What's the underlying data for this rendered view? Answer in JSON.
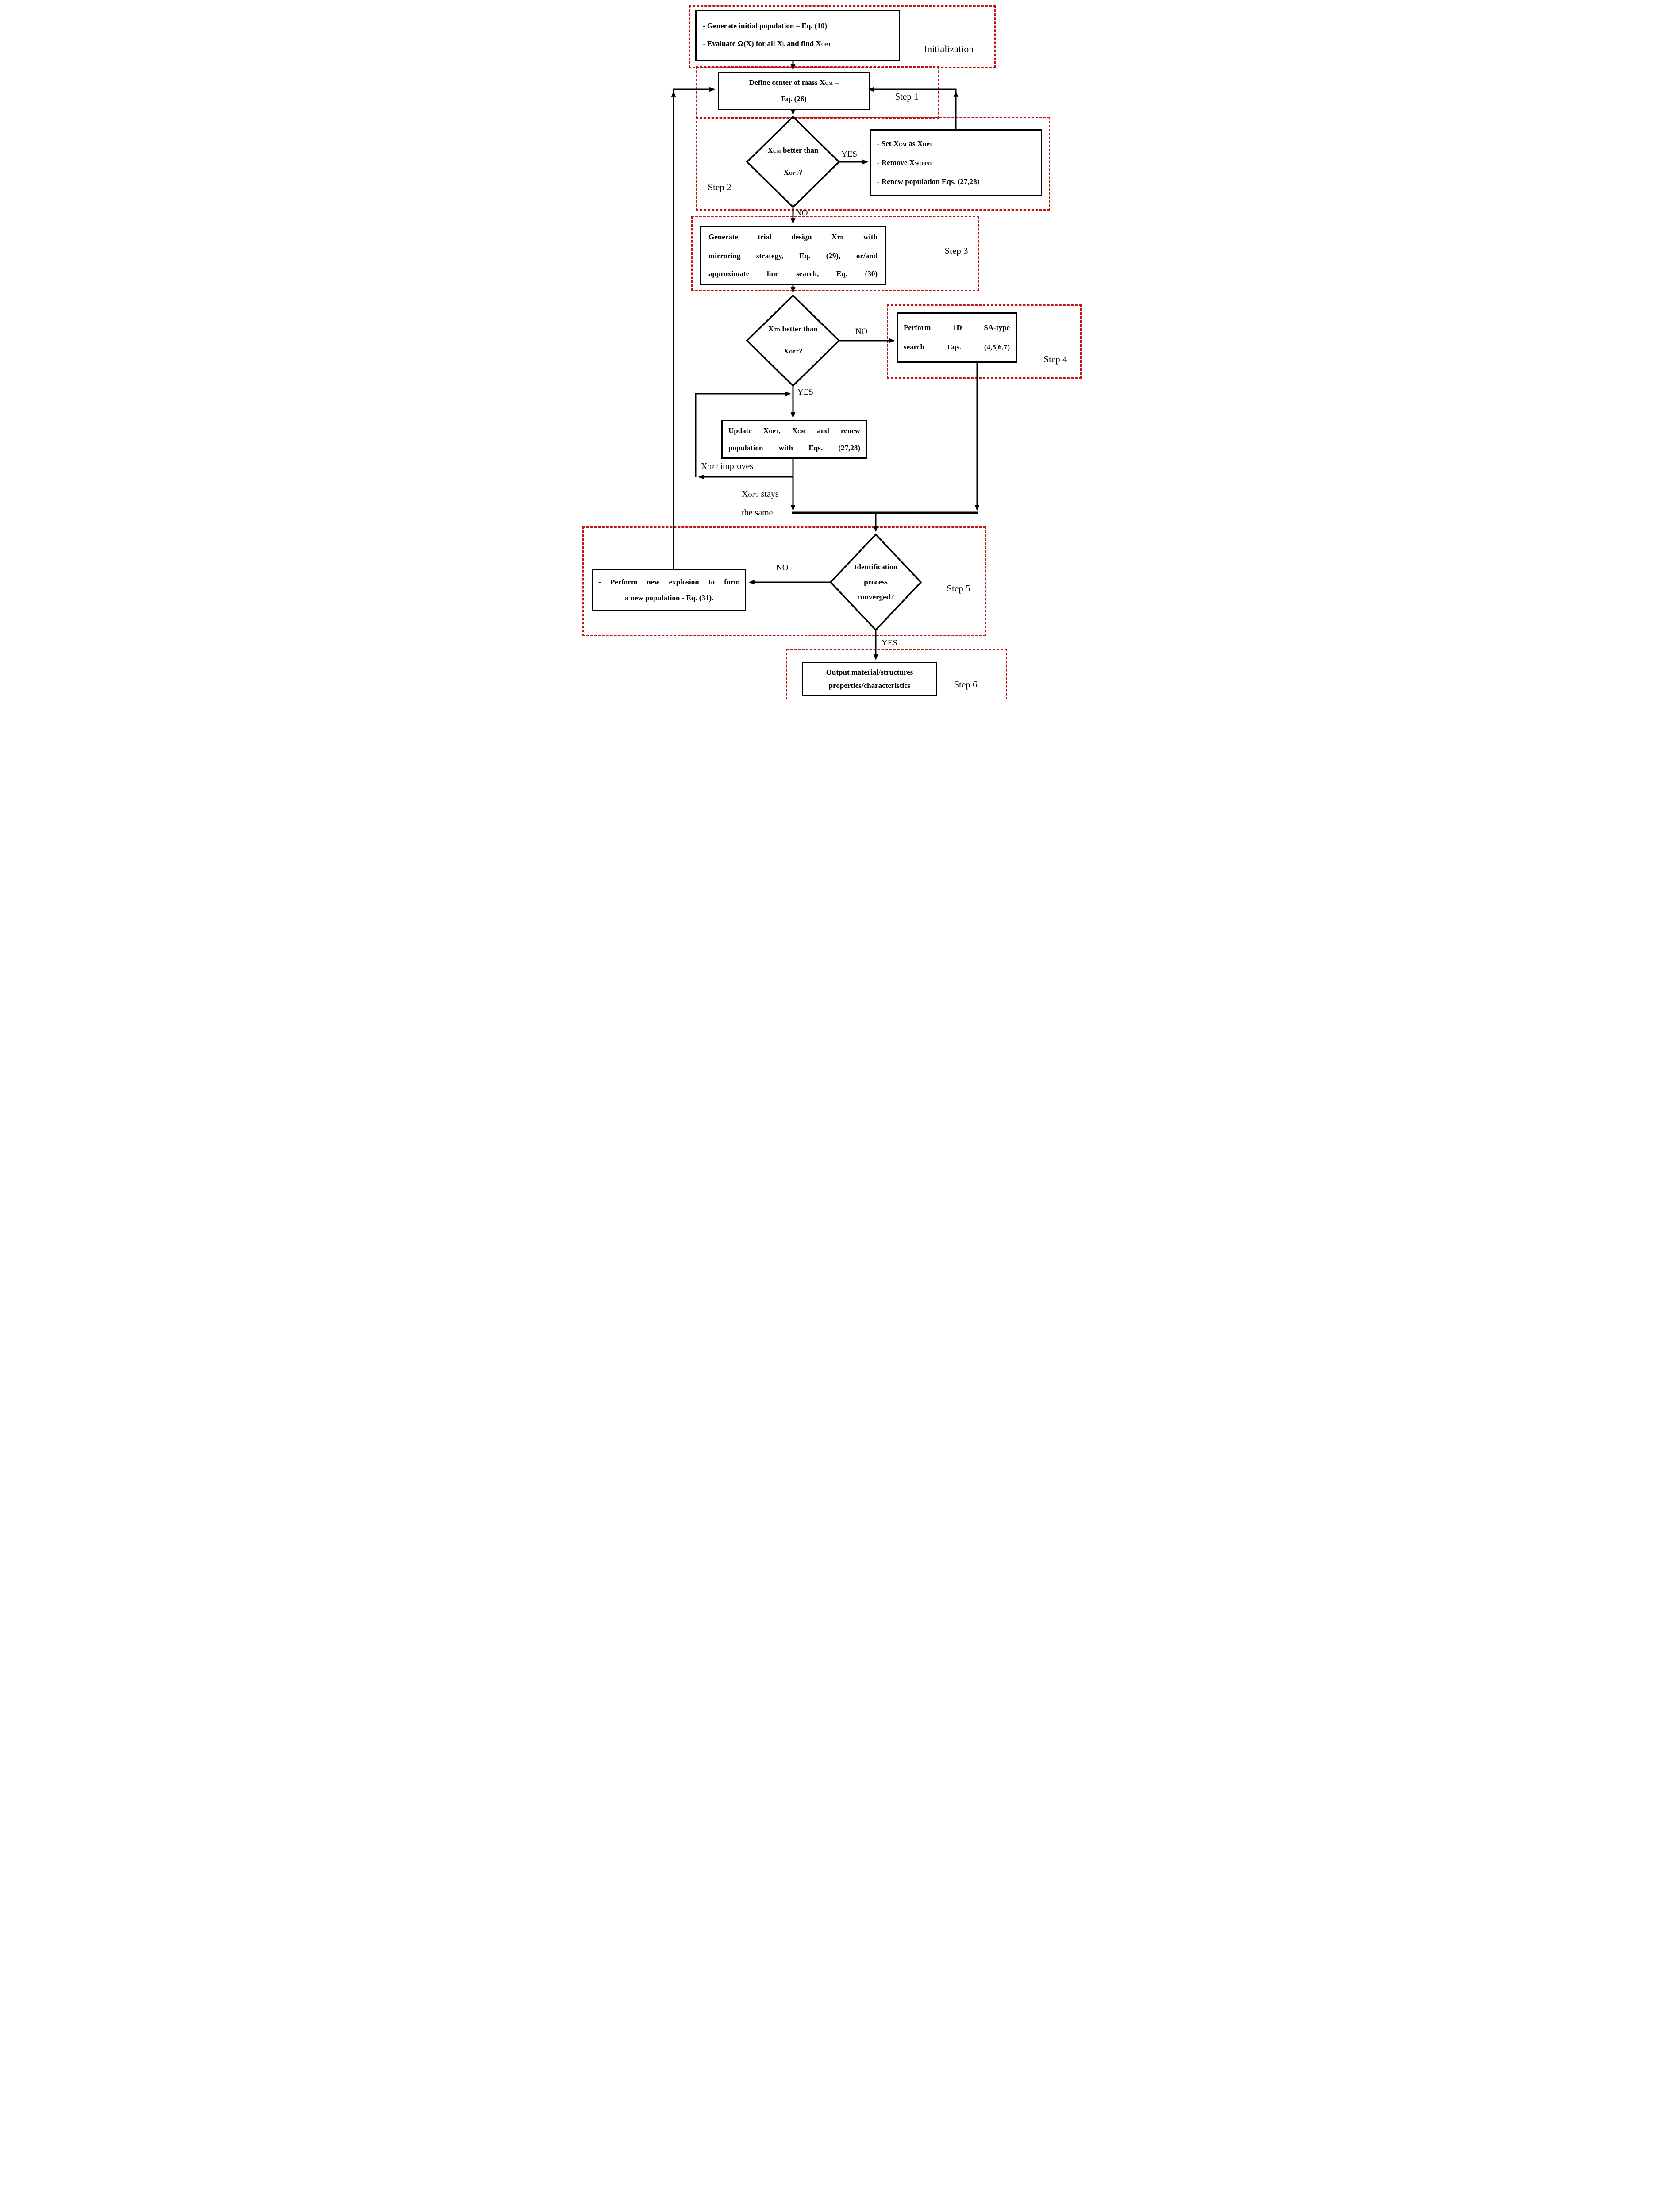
{
  "colors": {
    "dash": "#c11212",
    "line": "#000000"
  },
  "initialization": {
    "label": "Initialization",
    "box": [
      [
        {
          "t": "- Generate initial population – Eq. (10)"
        }
      ],
      [
        {
          "t": "- Evaluate Ω(X) for all X"
        },
        {
          "t": "k",
          "sub": true
        },
        {
          "t": " and find X"
        },
        {
          "t": "OPT",
          "sub": true
        }
      ]
    ]
  },
  "step1": {
    "label": "Step 1",
    "box": [
      [
        {
          "t": "Define center of mass X"
        },
        {
          "t": "CM",
          "sub": true
        },
        {
          "t": " –"
        }
      ],
      [
        {
          "t": "Eq. (26)"
        }
      ]
    ]
  },
  "decision1": {
    "lines": [
      [
        {
          "t": "X"
        },
        {
          "t": "CM",
          "sub": true
        },
        {
          "t": " better than"
        }
      ],
      [
        {
          "t": "X"
        },
        {
          "t": "OPT",
          "sub": true
        },
        {
          "t": "?"
        }
      ]
    ],
    "yes": "YES",
    "no": "NO"
  },
  "step2": {
    "label": "Step 2",
    "box": [
      [
        {
          "t": "- Set X"
        },
        {
          "t": "CM",
          "sub": true
        },
        {
          "t": " as X"
        },
        {
          "t": "OPT",
          "sub": true
        }
      ],
      [
        {
          "t": "- Remove X"
        },
        {
          "t": "WORST",
          "sub": true
        }
      ],
      [
        {
          "t": "- Renew population Eqs. (27,28)"
        }
      ]
    ]
  },
  "step3": {
    "label": "Step 3",
    "box": [
      [
        {
          "t": "Generate trial design X"
        },
        {
          "t": "TR",
          "sub": true
        },
        {
          "t": " with"
        }
      ],
      [
        {
          "t": "mirroring strategy, Eq. (29), or/and"
        }
      ],
      [
        {
          "t": "approximate line search, Eq. (30)"
        }
      ]
    ]
  },
  "decision2": {
    "lines": [
      [
        {
          "t": "X"
        },
        {
          "t": "TR",
          "sub": true
        },
        {
          "t": " better than"
        }
      ],
      [
        {
          "t": "X"
        },
        {
          "t": "OPT",
          "sub": true
        },
        {
          "t": "?"
        }
      ]
    ],
    "yes": "YES",
    "no": "NO"
  },
  "step4": {
    "label": "Step 4",
    "box": [
      [
        {
          "t": "Perform 1D SA-type"
        }
      ],
      [
        {
          "t": "search Eqs. (4,5,6,7)"
        }
      ]
    ]
  },
  "update": {
    "box": [
      [
        {
          "t": "Update X"
        },
        {
          "t": "OPT",
          "sub": true
        },
        {
          "t": ", X"
        },
        {
          "t": "CM",
          "sub": true
        },
        {
          "t": " and renew"
        }
      ],
      [
        {
          "t": "population with Eqs. (27,28)"
        }
      ]
    ],
    "improves": [
      {
        "t": "X"
      },
      {
        "t": "OPT",
        "sub": true
      },
      {
        "t": " improves"
      }
    ],
    "stays": [
      [
        {
          "t": "X"
        },
        {
          "t": "OPT",
          "sub": true
        },
        {
          "t": " stays"
        }
      ],
      [
        {
          "t": "the same"
        }
      ]
    ]
  },
  "decision3": {
    "lines": [
      [
        {
          "t": "Identification"
        }
      ],
      [
        {
          "t": "process"
        }
      ],
      [
        {
          "t": "converged?"
        }
      ]
    ],
    "yes": "YES",
    "no": "NO"
  },
  "step5": {
    "label": "Step 5",
    "box": [
      [
        {
          "t": "- Perform new explosion to form"
        }
      ],
      [
        {
          "t": "a new population - Eq. (31)."
        }
      ]
    ]
  },
  "step6": {
    "label": "Step 6",
    "box": [
      [
        {
          "t": "Output material/structures"
        }
      ],
      [
        {
          "t": "properties/characteristics"
        }
      ]
    ]
  }
}
